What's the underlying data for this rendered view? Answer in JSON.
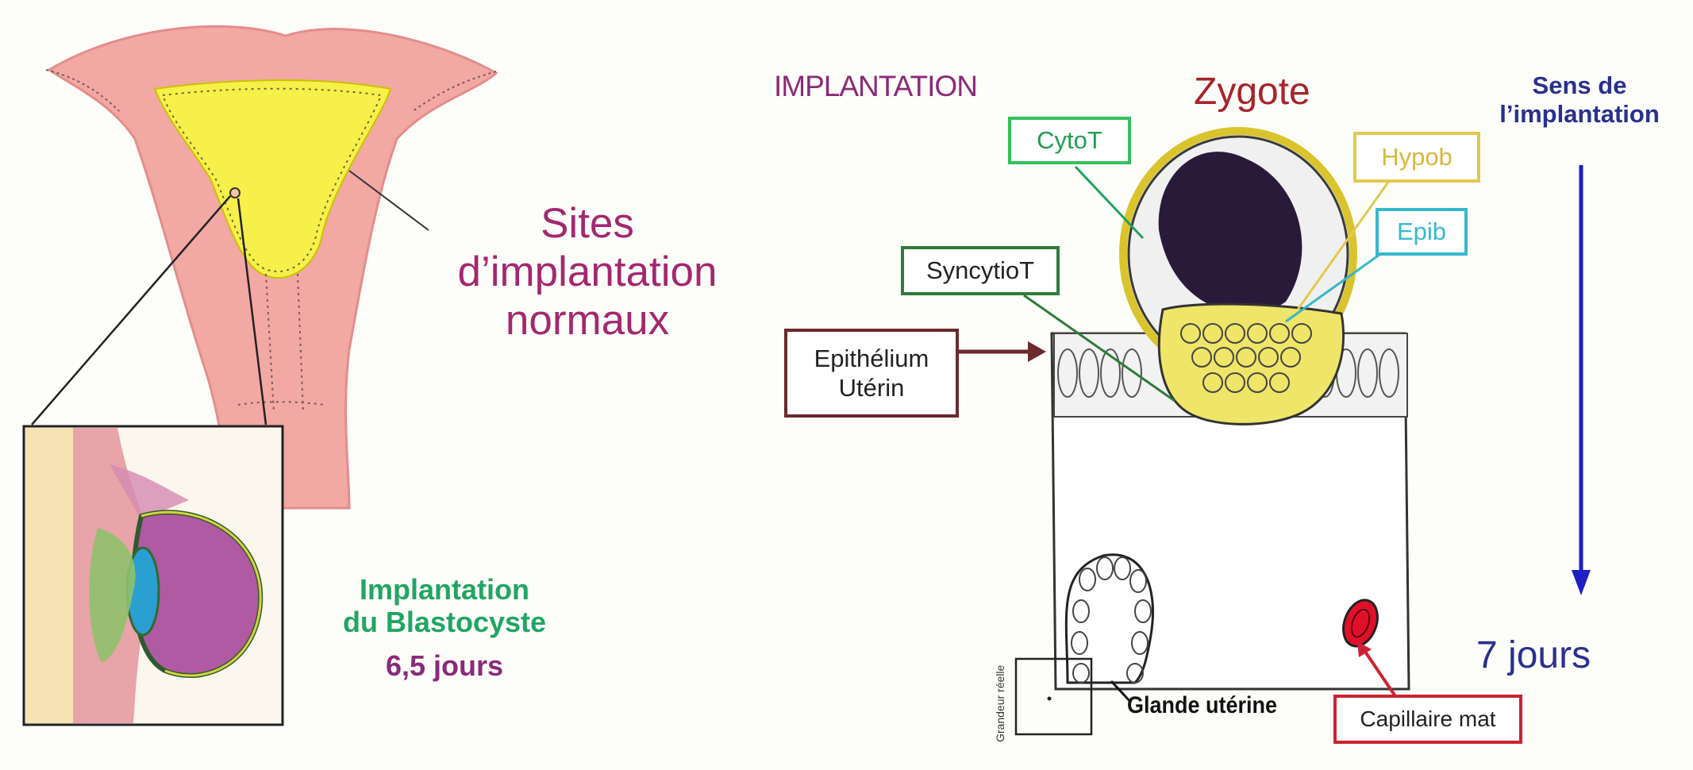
{
  "left_panel": {
    "sites_title": [
      "Sites",
      "d’implantation",
      "normaux"
    ],
    "implantation_caption": [
      "Implantation",
      "du Blastocyste"
    ],
    "days_caption": "6,5 jours"
  },
  "right_panel": {
    "section_title": "IMPLANTATION",
    "zygote_title": "Zygote",
    "direction_label": [
      "Sens de",
      "l’implantation"
    ],
    "days_label": "7 jours",
    "labels": {
      "cytot": "CytoT",
      "syncytiot": "SyncytioT",
      "hypob": "Hypob",
      "epib": "Epib",
      "epithelium": [
        "Epithélium",
        "Utérin"
      ],
      "glande": "Glande utérine",
      "capillaire": "Capillaire mat",
      "grandeur": "Grandeur réelle"
    }
  },
  "colors": {
    "magenta_text": "#a3286f",
    "green_text": "#21a563",
    "purple_text": "#8a2a78",
    "zygote_red": "#a8232a",
    "navy": "#2a2f8f",
    "arrow_blue": "#1d1ec4",
    "cytot_green": "#33c15a",
    "syncytiot_green": "#2f7b3a",
    "hypob_yellow": "#e3c84e",
    "epib_cyan": "#35b8cc",
    "epithelium_maroon": "#6b2a2e",
    "capillaire_red": "#cc2233",
    "uterus_pink": "#f3a7a2",
    "cavity_yellow": "#f7f04a"
  }
}
